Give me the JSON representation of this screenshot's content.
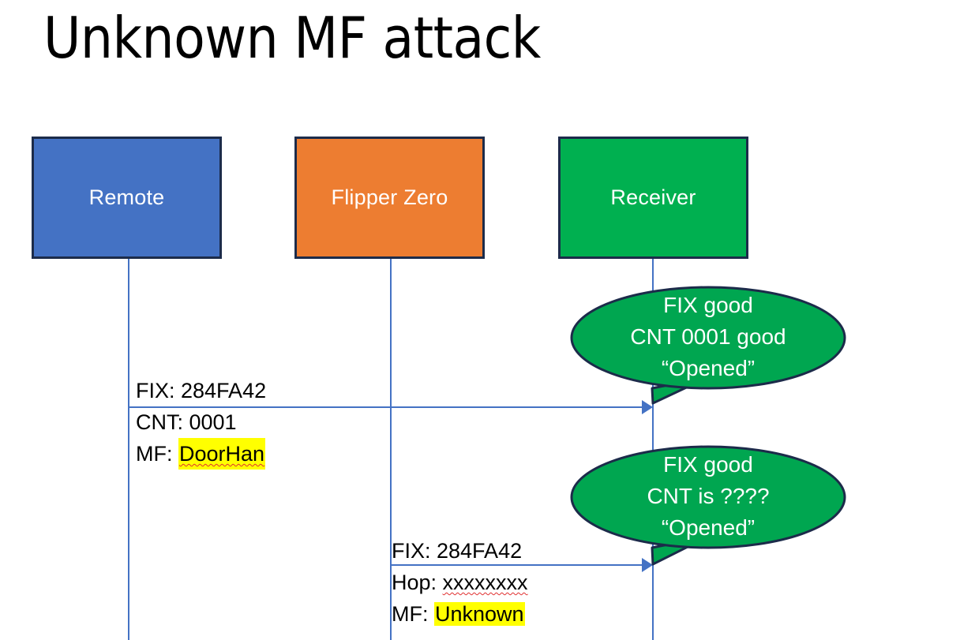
{
  "slide": {
    "title": "Unknown MF attack",
    "background": "#ffffff"
  },
  "colors": {
    "remote_fill": "#4472C4",
    "flipper_fill": "#ED7D31",
    "receiver_fill": "#00B050",
    "box_outline": "#1C2B4A",
    "lifeline": "#4472C4",
    "arrow": "#4472C4",
    "callout_fill": "#00A650",
    "callout_outline": "#1C2B4A",
    "highlight": "#FFFF00",
    "text_dark": "#000000",
    "text_light": "#FFFFFF"
  },
  "actors": [
    {
      "id": "remote",
      "label": "Remote"
    },
    {
      "id": "flipper",
      "label": "Flipper Zero"
    },
    {
      "id": "receiver",
      "label": "Receiver"
    }
  ],
  "messages": [
    {
      "id": "msg-1",
      "from": "remote",
      "to": "receiver",
      "lines": [
        {
          "text": "FIX: 284FA42",
          "highlight": false
        },
        {
          "text": "CNT: 0001",
          "highlight": false
        }
      ],
      "mf_label": "MF: ",
      "mf_value": "DoorHan"
    },
    {
      "id": "msg-2",
      "from": "flipper",
      "to": "receiver",
      "lines": [
        {
          "text": "FIX: 284FA42",
          "highlight": false
        },
        {
          "text": "Hop: xxxxxxxx",
          "highlight": false
        }
      ],
      "hop_label": "Hop: ",
      "hop_value": "xxxxxxxx",
      "mf_label": "MF: ",
      "mf_value": "Unknown"
    }
  ],
  "callouts": [
    {
      "id": "callout-1",
      "lines": [
        "FIX good",
        "CNT 0001 good",
        "“Opened”"
      ]
    },
    {
      "id": "callout-2",
      "lines": [
        "FIX good",
        "CNT is ????",
        "“Opened”"
      ]
    }
  ]
}
